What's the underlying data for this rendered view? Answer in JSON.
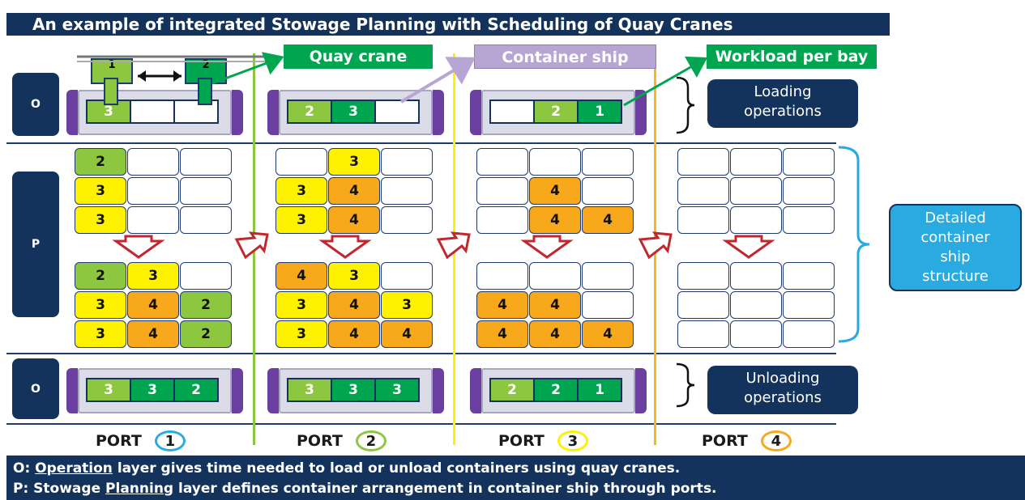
{
  "title": "An example of integrated Stowage Planning with Scheduling of Quay Cranes",
  "labels": {
    "quay_crane": "Quay crane",
    "container_ship": "Container ship",
    "workload_per_bay": "Workload per bay"
  },
  "side_labels": {
    "top": "O",
    "middle": "P",
    "bottom": "O"
  },
  "cranes": [
    "1",
    "2"
  ],
  "callouts": {
    "loading": [
      "Loading",
      "operations"
    ],
    "unloading": [
      "Unloading",
      "operations"
    ],
    "detailed": [
      "Detailed",
      "container",
      "ship",
      "structure"
    ]
  },
  "colors": {
    "dark_navy": "#14335c",
    "dark_green": "#00a550",
    "light_green": "#8dc63f",
    "yellow": "#fff200",
    "orange": "#f7a81b",
    "purple": "#6b3fa0",
    "cyan": "#29abe2",
    "light_purple": "#b7a6d4"
  },
  "loading_ships": [
    {
      "bays": [
        {
          "v": "3",
          "c": "lg"
        },
        {
          "v": "",
          "c": "w"
        },
        {
          "v": "",
          "c": "w"
        }
      ]
    },
    {
      "bays": [
        {
          "v": "2",
          "c": "lg"
        },
        {
          "v": "3",
          "c": "dg"
        },
        {
          "v": "",
          "c": "w"
        }
      ]
    },
    {
      "bays": [
        {
          "v": "",
          "c": "w"
        },
        {
          "v": "2",
          "c": "lg"
        },
        {
          "v": "1",
          "c": "dg"
        }
      ]
    }
  ],
  "unloading_ships": [
    {
      "bays": [
        {
          "v": "3",
          "c": "lg"
        },
        {
          "v": "3",
          "c": "dg"
        },
        {
          "v": "2",
          "c": "dg"
        }
      ]
    },
    {
      "bays": [
        {
          "v": "3",
          "c": "lg"
        },
        {
          "v": "3",
          "c": "dg"
        },
        {
          "v": "3",
          "c": "dg"
        }
      ]
    },
    {
      "bays": [
        {
          "v": "2",
          "c": "lg"
        },
        {
          "v": "2",
          "c": "dg"
        },
        {
          "v": "1",
          "c": "dg"
        }
      ]
    }
  ],
  "stowage_upper": [
    [
      [
        {
          "v": "2",
          "c": "gr"
        },
        {
          "v": "",
          "c": "w"
        },
        {
          "v": "",
          "c": "w"
        }
      ],
      [
        {
          "v": "3",
          "c": "y"
        },
        {
          "v": "",
          "c": "w"
        },
        {
          "v": "",
          "c": "w"
        }
      ],
      [
        {
          "v": "3",
          "c": "y"
        },
        {
          "v": "",
          "c": "w"
        },
        {
          "v": "",
          "c": "w"
        }
      ]
    ],
    [
      [
        {
          "v": "",
          "c": "w"
        },
        {
          "v": "3",
          "c": "y"
        },
        {
          "v": "",
          "c": "w"
        }
      ],
      [
        {
          "v": "3",
          "c": "y"
        },
        {
          "v": "4",
          "c": "o"
        },
        {
          "v": "",
          "c": "w"
        }
      ],
      [
        {
          "v": "3",
          "c": "y"
        },
        {
          "v": "4",
          "c": "o"
        },
        {
          "v": "",
          "c": "w"
        }
      ]
    ],
    [
      [
        {
          "v": "",
          "c": "w"
        },
        {
          "v": "",
          "c": "w"
        },
        {
          "v": "",
          "c": "w"
        }
      ],
      [
        {
          "v": "",
          "c": "w"
        },
        {
          "v": "4",
          "c": "o"
        },
        {
          "v": "",
          "c": "w"
        }
      ],
      [
        {
          "v": "",
          "c": "w"
        },
        {
          "v": "4",
          "c": "o"
        },
        {
          "v": "4",
          "c": "o"
        }
      ]
    ],
    [
      [
        {
          "v": "",
          "c": "w"
        },
        {
          "v": "",
          "c": "w"
        },
        {
          "v": "",
          "c": "w"
        }
      ],
      [
        {
          "v": "",
          "c": "w"
        },
        {
          "v": "",
          "c": "w"
        },
        {
          "v": "",
          "c": "w"
        }
      ],
      [
        {
          "v": "",
          "c": "w"
        },
        {
          "v": "",
          "c": "w"
        },
        {
          "v": "",
          "c": "w"
        }
      ]
    ]
  ],
  "stowage_lower": [
    [
      [
        {
          "v": "2",
          "c": "gr"
        },
        {
          "v": "3",
          "c": "y"
        },
        {
          "v": "",
          "c": "w"
        }
      ],
      [
        {
          "v": "3",
          "c": "y"
        },
        {
          "v": "4",
          "c": "o"
        },
        {
          "v": "2",
          "c": "gr"
        }
      ],
      [
        {
          "v": "3",
          "c": "y"
        },
        {
          "v": "4",
          "c": "o"
        },
        {
          "v": "2",
          "c": "gr"
        }
      ]
    ],
    [
      [
        {
          "v": "4",
          "c": "o"
        },
        {
          "v": "3",
          "c": "y"
        },
        {
          "v": "",
          "c": "w"
        }
      ],
      [
        {
          "v": "3",
          "c": "y"
        },
        {
          "v": "4",
          "c": "o"
        },
        {
          "v": "3",
          "c": "y"
        }
      ],
      [
        {
          "v": "3",
          "c": "y"
        },
        {
          "v": "4",
          "c": "o"
        },
        {
          "v": "4",
          "c": "o"
        }
      ]
    ],
    [
      [
        {
          "v": "",
          "c": "w"
        },
        {
          "v": "",
          "c": "w"
        },
        {
          "v": "",
          "c": "w"
        }
      ],
      [
        {
          "v": "4",
          "c": "o"
        },
        {
          "v": "4",
          "c": "o"
        },
        {
          "v": "",
          "c": "w"
        }
      ],
      [
        {
          "v": "4",
          "c": "o"
        },
        {
          "v": "4",
          "c": "o"
        },
        {
          "v": "4",
          "c": "o"
        }
      ]
    ],
    [
      [
        {
          "v": "",
          "c": "w"
        },
        {
          "v": "",
          "c": "w"
        },
        {
          "v": "",
          "c": "w"
        }
      ],
      [
        {
          "v": "",
          "c": "w"
        },
        {
          "v": "",
          "c": "w"
        },
        {
          "v": "",
          "c": "w"
        }
      ],
      [
        {
          "v": "",
          "c": "w"
        },
        {
          "v": "",
          "c": "w"
        },
        {
          "v": "",
          "c": "w"
        }
      ]
    ]
  ],
  "ports": [
    {
      "label": "PORT",
      "num": "1",
      "color": "#29abe2"
    },
    {
      "label": "PORT",
      "num": "2",
      "color": "#8dc63f"
    },
    {
      "label": "PORT",
      "num": "3",
      "color": "#fff200"
    },
    {
      "label": "PORT",
      "num": "4",
      "color": "#f7a81b"
    }
  ],
  "footer": {
    "line1_prefix": "O: ",
    "line1_keyword": "Operation",
    "line1_rest": " layer gives time needed to load or unload containers using quay cranes.",
    "line2_prefix": "P: Stowage ",
    "line2_keyword": "Planning",
    "line2_rest": " layer defines container arrangement in container ship through ports."
  }
}
